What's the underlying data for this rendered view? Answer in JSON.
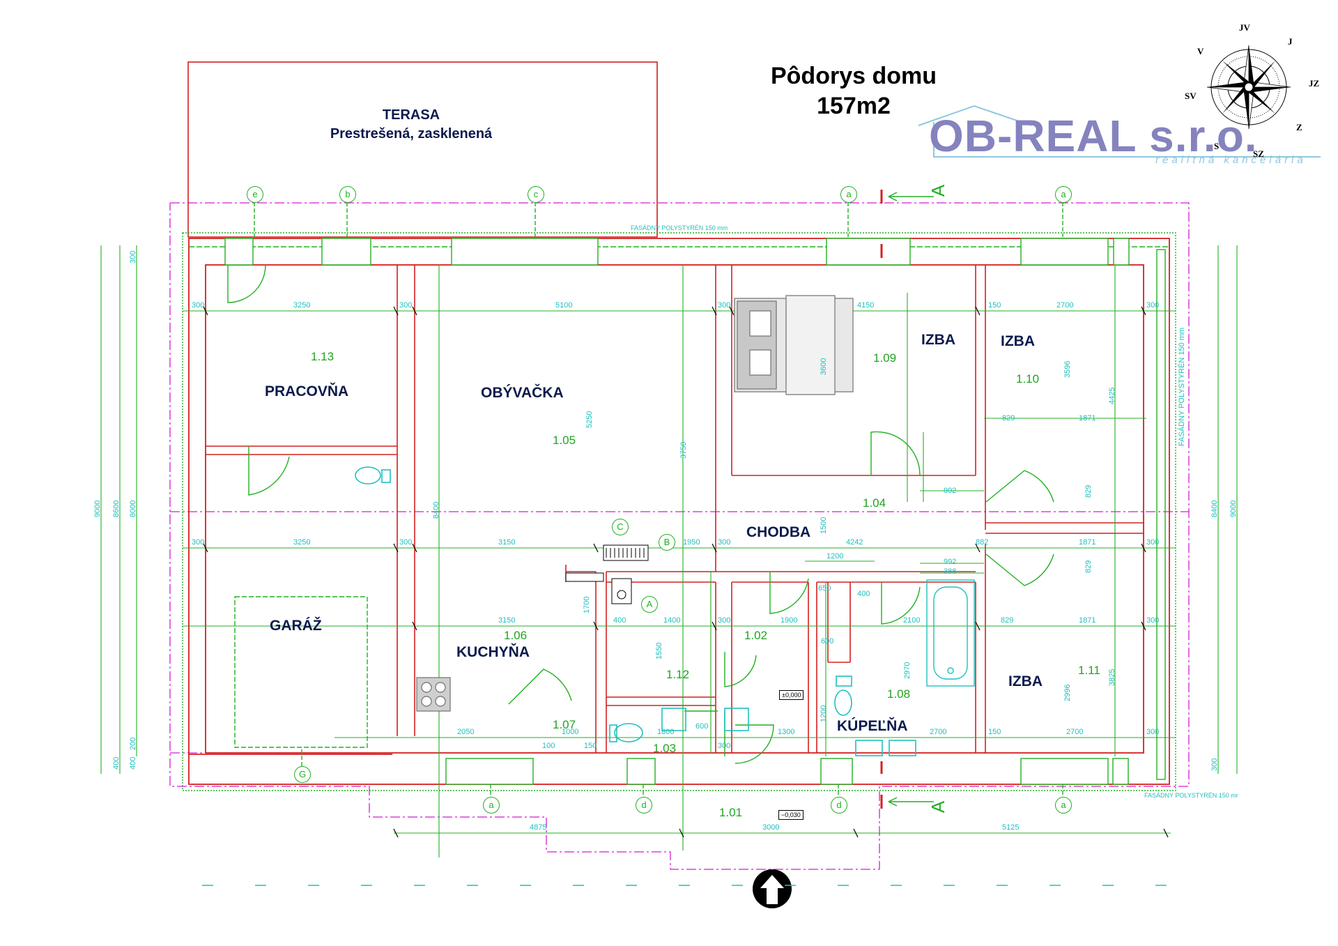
{
  "title": {
    "line1": "Pôdorys domu",
    "line2": "157m2"
  },
  "logo": {
    "name": "OB-REAL s.r.o.",
    "tagline": "realitná kancelária"
  },
  "compass": {
    "labels": [
      "JV",
      "J",
      "JZ",
      "Z",
      "SZ",
      "S",
      "SV",
      "V"
    ]
  },
  "terrace": {
    "name": "TERASA",
    "desc": "Prestrešená, zasklenená"
  },
  "rooms": [
    {
      "key": "pracovna",
      "name": "PRACOVŇA",
      "num": "1.13"
    },
    {
      "key": "obyvacka",
      "name": "OBÝVAČKA",
      "num": "1.05"
    },
    {
      "key": "izba109",
      "name": "IZBA",
      "num": "1.09"
    },
    {
      "key": "izba110",
      "name": "IZBA",
      "num": "1.10"
    },
    {
      "key": "chodba",
      "name": "CHODBA",
      "num": "1.04"
    },
    {
      "key": "garaz",
      "name": "GARÁŽ",
      "num": ""
    },
    {
      "key": "kuchyna",
      "name": "KUCHYŇA",
      "num": "1.06"
    },
    {
      "key": "kupelna",
      "name": "KÚPEĽŇA",
      "num": "1.08"
    },
    {
      "key": "izba111",
      "name": "IZBA",
      "num": "1.11"
    }
  ],
  "room_numbers": {
    "n102": "1.02",
    "n112": "1.12",
    "n107": "1.07",
    "n103": "1.03",
    "n101": "1.01"
  },
  "levels": {
    "inner": "±0,000",
    "outer": "−0,030"
  },
  "facade_note": "FASÁDNY POLYSTYRÉN 150 mm",
  "facade_note_v": "FASÁDNY POLYSTYRÉN 150 mm",
  "facade_note_b": "FASÁDNY POLYSTYRÉN 150 mr",
  "grid_top": [
    "e",
    "b",
    "c",
    "a",
    "a"
  ],
  "grid_bottom": [
    "G",
    "a",
    "d",
    "d",
    "a"
  ],
  "grid_mid": [
    "C",
    "B",
    "A"
  ],
  "section_cut": "A",
  "dims_top": [
    "300",
    "3250",
    "300",
    "5100",
    "300",
    "4150",
    "150",
    "2700",
    "300"
  ],
  "dims_mid": [
    "300",
    "3250",
    "300",
    "3150",
    "1950",
    "300",
    "4242",
    "1871",
    "300"
  ],
  "dims_low": [
    "3150",
    "400",
    "1400",
    "300",
    "1900",
    "2100",
    "829",
    "1871",
    "300"
  ],
  "dims_bottom": [
    "2050",
    "100",
    "150",
    "1000",
    "1800",
    "600",
    "300",
    "1300",
    "2700",
    "150",
    "2700",
    "300"
  ],
  "dims_outer": [
    "4875",
    "3000",
    "5125"
  ],
  "dims_side_left": [
    "9000",
    "8600",
    "8000",
    "400",
    "400",
    "300",
    "200"
  ],
  "dims_side_right": [
    "8400",
    "9000",
    "4425",
    "3825",
    "300"
  ],
  "dims_misc": [
    "829",
    "1871",
    "992",
    "1200",
    "992",
    "388",
    "882",
    "650",
    "400",
    "600",
    "3600",
    "3596",
    "5250",
    "3750",
    "8400",
    "1500",
    "1700",
    "2996",
    "2970",
    "1550",
    "1200",
    "829",
    "829"
  ],
  "colors": {
    "wall": "#d42020",
    "dim": "#21b021",
    "text_dim": "#1fbfbf",
    "axis": "#d21fd2",
    "furniture": "#707070",
    "room_text": "#0b1a4d",
    "logo": "#8583be"
  }
}
